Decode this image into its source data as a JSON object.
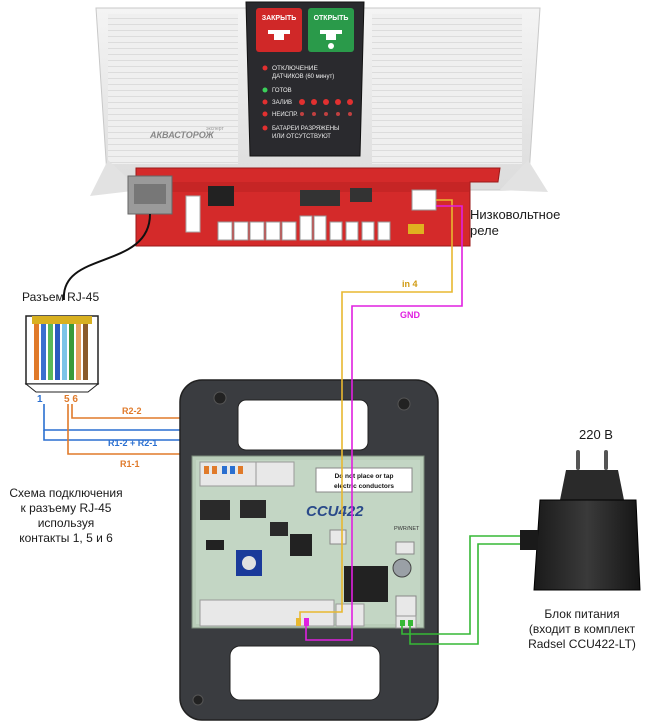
{
  "controller": {
    "btn_close": "ЗАКРЫТЬ",
    "btn_open": "ОТКРЫТЬ",
    "disable_sensors_1": "ОТКЛЮЧЕНИЕ",
    "disable_sensors_2": "ДАТЧИКОВ (60 минут)",
    "status_ready": "ГОТОВ",
    "status_leak": "ЗАЛИВ",
    "status_fault": "НЕИСПР.",
    "battery_1": "БАТАРЕИ РАЗРЯЖЕНЫ",
    "battery_2": "ИЛИ ОТСУТСТВУЮТ",
    "brand": "АКВАСТОРОЖ",
    "model": "эксперт"
  },
  "labels": {
    "relay_1": "Низковольтное",
    "relay_2": "реле",
    "rj45_title": "Разъем RJ-45",
    "pin_1": "1",
    "pin_56": "5 6",
    "scheme_1": "Схема подключения",
    "scheme_2": "к разъему RJ-45",
    "scheme_3": "используя",
    "scheme_4": "контакты 1, 5 и 6",
    "voltage": "220 В",
    "psu_1": "Блок питания",
    "psu_2": "(входит в комплект",
    "psu_3": "Radsel CCU422-LT)"
  },
  "wires": {
    "r2_2": "R2-2",
    "r1_2_r2_1": "R1-2 + R2-1",
    "r1_1": "R1-1",
    "in4": "in 4",
    "gnd": "GND"
  },
  "ccu": {
    "model": "CCU422",
    "warning_1": "Do not place or tap",
    "warning_2": "electric conductors",
    "pwr_net": "PWR/NET"
  },
  "colors": {
    "orange_wire": "#e07a2a",
    "blue_wire": "#2a6fd0",
    "yellow_wire": "#e8b830",
    "magenta_wire": "#e020e0",
    "green_wire": "#36b836",
    "pcb_red": "#d42a2a"
  }
}
